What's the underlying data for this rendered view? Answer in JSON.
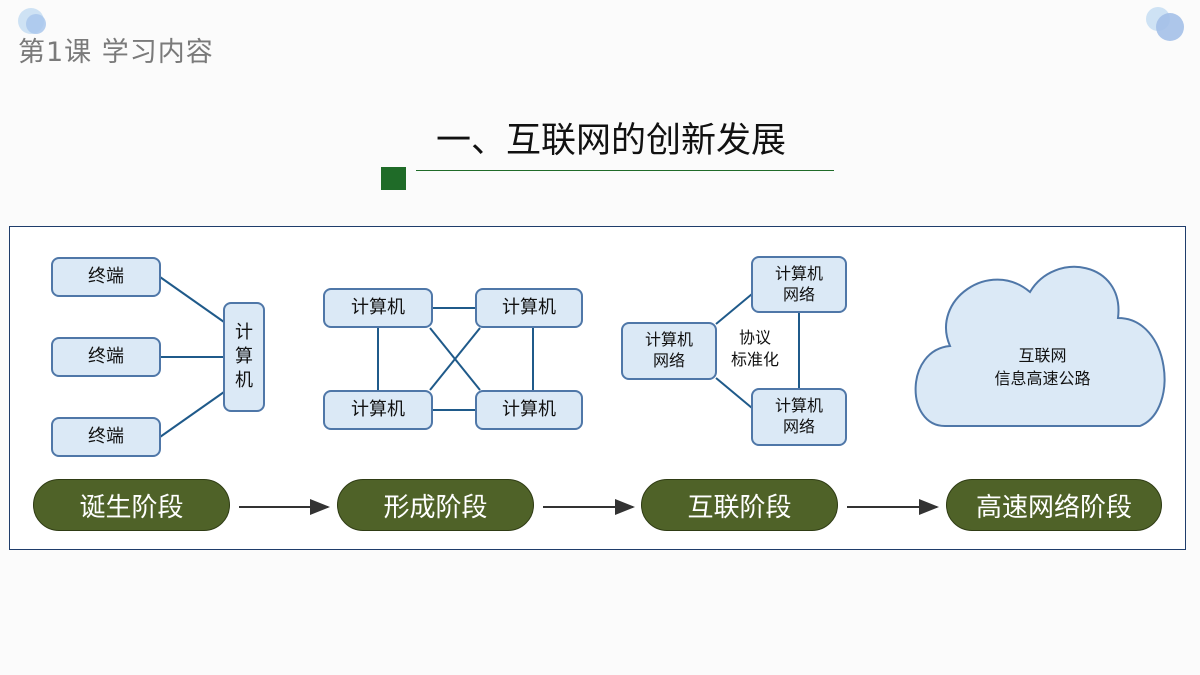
{
  "slide": {
    "lesson_title": "第1课  学习内容",
    "main_title": "一、互联网的创新发展"
  },
  "colors": {
    "title_accent": "#1f6b28",
    "node_fill": "#dbe9f6",
    "node_border": "#4f77a8",
    "link": "#1f5a8a",
    "stage_fill": "#4f6228",
    "frame_border": "#1f3d6b"
  },
  "stage1": {
    "terminal_1": "终端",
    "terminal_2": "终端",
    "terminal_3": "终端",
    "computer": [
      "计",
      "算",
      "机"
    ]
  },
  "stage2": {
    "computer_tl": "计算机",
    "computer_tr": "计算机",
    "computer_bl": "计算机",
    "computer_br": "计算机"
  },
  "stage3": {
    "network_left": "计算机\n网络",
    "network_top": "计算机\n网络",
    "network_bottom": "计算机\n网络",
    "protocol_label": "协议\n标准化"
  },
  "stage4": {
    "cloud_text": "互联网\n信息高速公路"
  },
  "stages": [
    "诞生阶段",
    "形成阶段",
    "互联阶段",
    "高速网络阶段"
  ]
}
